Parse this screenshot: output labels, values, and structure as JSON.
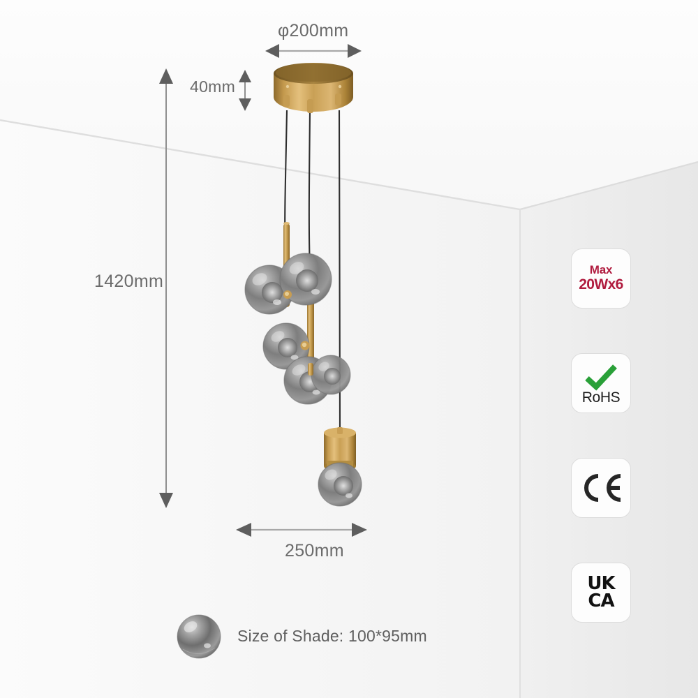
{
  "scene": {
    "background_color": "#eeeeee",
    "ceiling_color": "#fbfbfb",
    "wall_color": "#f4f4f4",
    "side_wall_color": "#e9e9e9"
  },
  "dimensions": {
    "diameter": "φ200mm",
    "canopy_height": "40mm",
    "total_drop": "1420mm",
    "spread_width": "250mm"
  },
  "shade": {
    "caption": "Size of Shade:  100*95mm",
    "color": "#8d8d8d"
  },
  "product": {
    "metal_color": "#c79a4e",
    "glass_color": "#9a9a9a",
    "cable_color": "#2b2b2b",
    "globe_count": 6
  },
  "badges": [
    {
      "name": "max-power",
      "type": "power",
      "line1": "Max",
      "line2": "20Wx6",
      "color": "#b01b3e"
    },
    {
      "name": "rohs",
      "type": "rohs",
      "label": "RoHS",
      "check_color": "#29a038"
    },
    {
      "name": "ce",
      "type": "ce",
      "label": "CE"
    },
    {
      "name": "ukca",
      "type": "ukca",
      "line1": "UK",
      "line2": "CA"
    }
  ],
  "arrows": {
    "stroke_color": "#808080",
    "head_color": "#5e5e5e"
  }
}
